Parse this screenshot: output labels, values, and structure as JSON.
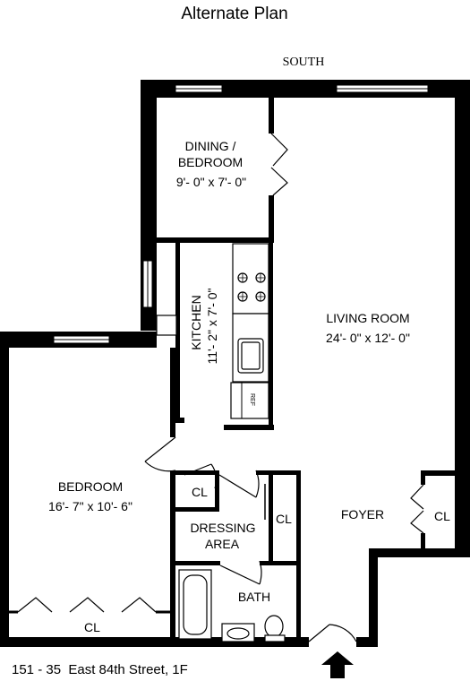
{
  "title": "Alternate Plan",
  "orientation": "SOUTH",
  "address": "151 - 35  East 84th Street, 1F",
  "rooms": {
    "dining": {
      "name_line1": "DINING /",
      "name_line2": "BEDROOM",
      "dims": "9'- 0\" x 7'- 0\""
    },
    "kitchen": {
      "name": "KITCHEN",
      "dims": "11'- 2\" x 7'- 0\""
    },
    "living": {
      "name": "LIVING ROOM",
      "dims": "24'- 0\" x 12'- 0\""
    },
    "bedroom": {
      "name": "BEDROOM",
      "dims": "16'- 7\" x 10'- 6\""
    },
    "dressing": {
      "name_line1": "DRESSING",
      "name_line2": "AREA"
    },
    "bath": {
      "name": "BATH"
    },
    "foyer": {
      "name": "FOYER"
    }
  },
  "closets": {
    "hall_closet": "CL",
    "dressing_closet": "CL",
    "foyer_closet": "CL",
    "bedroom_closet": "CL"
  },
  "appliances": {
    "refrigerator": "REF"
  }
}
